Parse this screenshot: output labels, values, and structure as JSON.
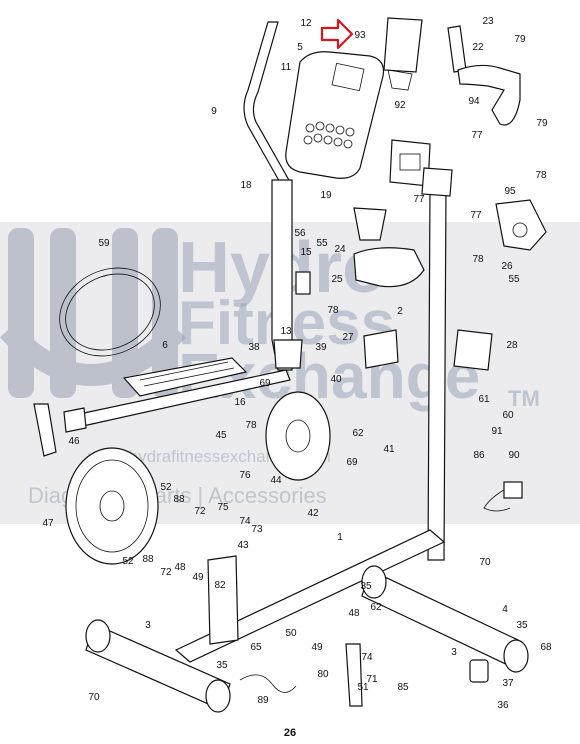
{
  "page_number": "26",
  "watermark": {
    "line1": "Hydro",
    "line2": "Fitness",
    "line3": "Exchange",
    "tm": "TM",
    "url": "www.hydrafitnessexchange.com",
    "tagline": "Diagrams | Parts | Accessories"
  },
  "highlight_color": "#d9141b",
  "callouts": [
    "12",
    "93",
    "23",
    "5",
    "11",
    "79",
    "22",
    "9",
    "94",
    "79",
    "92",
    "77",
    "18",
    "19",
    "95",
    "78",
    "77",
    "77",
    "56",
    "55",
    "24",
    "59",
    "15",
    "26",
    "78",
    "25",
    "55",
    "78",
    "2",
    "13",
    "27",
    "28",
    "38",
    "39",
    "6",
    "40",
    "69",
    "16",
    "61",
    "60",
    "91",
    "62",
    "45",
    "78",
    "86",
    "41",
    "69",
    "46",
    "90",
    "76",
    "44",
    "75",
    "52",
    "88",
    "72",
    "42",
    "47",
    "74",
    "73",
    "43",
    "52",
    "88",
    "72",
    "48",
    "49",
    "82",
    "70",
    "35",
    "1",
    "4",
    "48",
    "62",
    "35",
    "65",
    "50",
    "49",
    "68",
    "3",
    "74",
    "71",
    "80",
    "85",
    "37",
    "35",
    "51",
    "89",
    "70",
    "36",
    "3"
  ]
}
